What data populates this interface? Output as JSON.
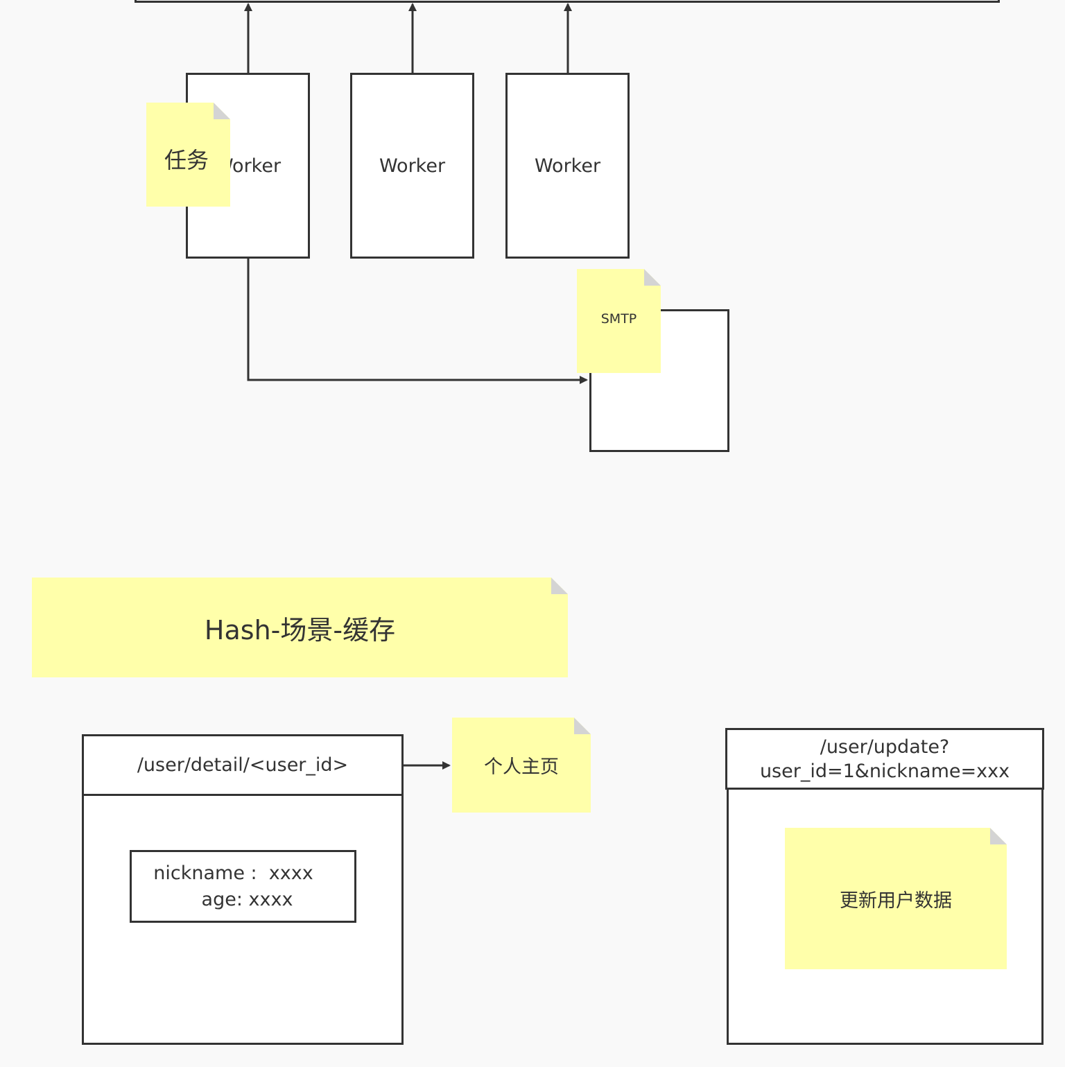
{
  "colors": {
    "background": "#f9f9f9",
    "stroke": "#333333",
    "note": "#ffffaa",
    "note_fold": "#d4d4d4"
  },
  "workers": [
    {
      "label": "Worker"
    },
    {
      "label": "Worker"
    },
    {
      "label": "Worker"
    }
  ],
  "notes": {
    "task": "任务",
    "smtp": "SMTP",
    "section_title": "Hash-场景-缓存",
    "personal_home": "个人主页",
    "update_user_data": "更新用户数据"
  },
  "detail_page": {
    "route": "/user/detail/<user_id>",
    "field_nickname": "nickname :  xxxx",
    "field_age": "age: xxxx"
  },
  "update_page": {
    "route_line1": "/user/update?",
    "route_line2": "user_id=1&nickname=xxx"
  }
}
